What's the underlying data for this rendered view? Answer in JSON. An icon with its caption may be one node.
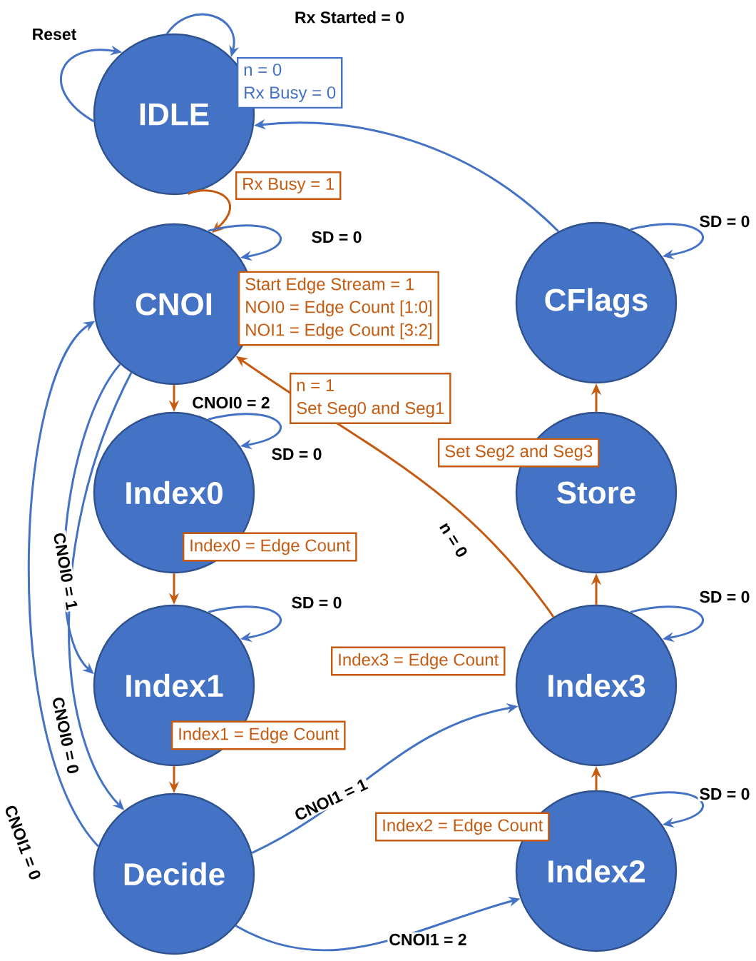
{
  "diagram": {
    "nodes": [
      {
        "text": [
          "IDLE"
        ],
        "beside": [
          "n = 0",
          "Rx Busy = 0"
        ]
      },
      {
        "text": [
          "CNOI"
        ],
        "beside": [
          "Start Edge Stream = 1",
          "NOI0 = Edge Count [1:0]",
          "NOI1 = Edge Count [3:2]"
        ]
      },
      {
        "text": [
          "Index0"
        ],
        "beside": [
          "Index0 = Edge Count"
        ]
      },
      {
        "text": [
          "Index1"
        ],
        "beside": [
          "Index1 = Edge Count"
        ]
      },
      {
        "text": [
          "Decide"
        ]
      },
      {
        "text": [
          "CFlags"
        ]
      },
      {
        "text": [
          "Store"
        ],
        "beside": [
          "Set Seg2 and Seg3"
        ]
      },
      {
        "text": [
          "Index3"
        ],
        "beside": [
          "Index3 = Edge Count"
        ]
      },
      {
        "text": [
          "Index2"
        ],
        "beside": [
          "Index2 = Edge Count"
        ]
      }
    ],
    "edges": [
      {
        "from": 0,
        "to": 0,
        "arrow": "to",
        "label": "Reset"
      },
      {
        "from": 0,
        "to": 0,
        "arrow": "to",
        "label": "Rx Started = 0"
      },
      {
        "from": 0,
        "to": 1,
        "arrow": "to",
        "label": "Rx Busy = 1",
        "color": "#c55a11"
      },
      {
        "from": 1,
        "to": 1,
        "arrow": "to",
        "label": "SD = 0"
      },
      {
        "from": 1,
        "to": 2,
        "arrow": "to",
        "label": "CNOI0 = 2",
        "color": "#c55a11"
      },
      {
        "from": 2,
        "to": 2,
        "arrow": "to",
        "label": "SD = 0"
      },
      {
        "from": 2,
        "to": 3,
        "arrow": "to",
        "color": "#c55a11"
      },
      {
        "from": 1,
        "to": 3,
        "arrow": "to",
        "label": "CNOI0 = 1"
      },
      {
        "from": 3,
        "to": 3,
        "arrow": "to",
        "label": "SD = 0"
      },
      {
        "from": 3,
        "to": 4,
        "arrow": "to",
        "color": "#c55a11"
      },
      {
        "from": 1,
        "to": 4,
        "arrow": "to",
        "label": "CNOI0 = 0"
      },
      {
        "from": 4,
        "to": 1,
        "arrow": "to",
        "label": "CNOI1 = 0"
      },
      {
        "from": 4,
        "to": 7,
        "arrow": "to",
        "label": "CNOI1 = 1"
      },
      {
        "from": 4,
        "to": 8,
        "arrow": "to",
        "label": "CNOI1 = 2"
      },
      {
        "from": 8,
        "to": 8,
        "arrow": "to",
        "label": "SD = 0"
      },
      {
        "from": 8,
        "to": 7,
        "arrow": "to",
        "color": "#c55a11"
      },
      {
        "from": 7,
        "to": 7,
        "arrow": "to",
        "label": "SD = 0"
      },
      {
        "from": 7,
        "to": 6,
        "arrow": "to",
        "color": "#c55a11"
      },
      {
        "from": 7,
        "to": 1,
        "arrow": "to",
        "label": "n = 0",
        "color": "#c55a11"
      },
      {
        "from": 6,
        "to": 5,
        "arrow": "to",
        "color": "#c55a11"
      },
      {
        "from": 5,
        "to": 5,
        "arrow": "to",
        "label": "SD = 0"
      },
      {
        "from": 5,
        "to": 0,
        "arrow": "to"
      }
    ],
    "labels": [
      "n = 1",
      "Set Seg0 and Seg1"
    ]
  }
}
